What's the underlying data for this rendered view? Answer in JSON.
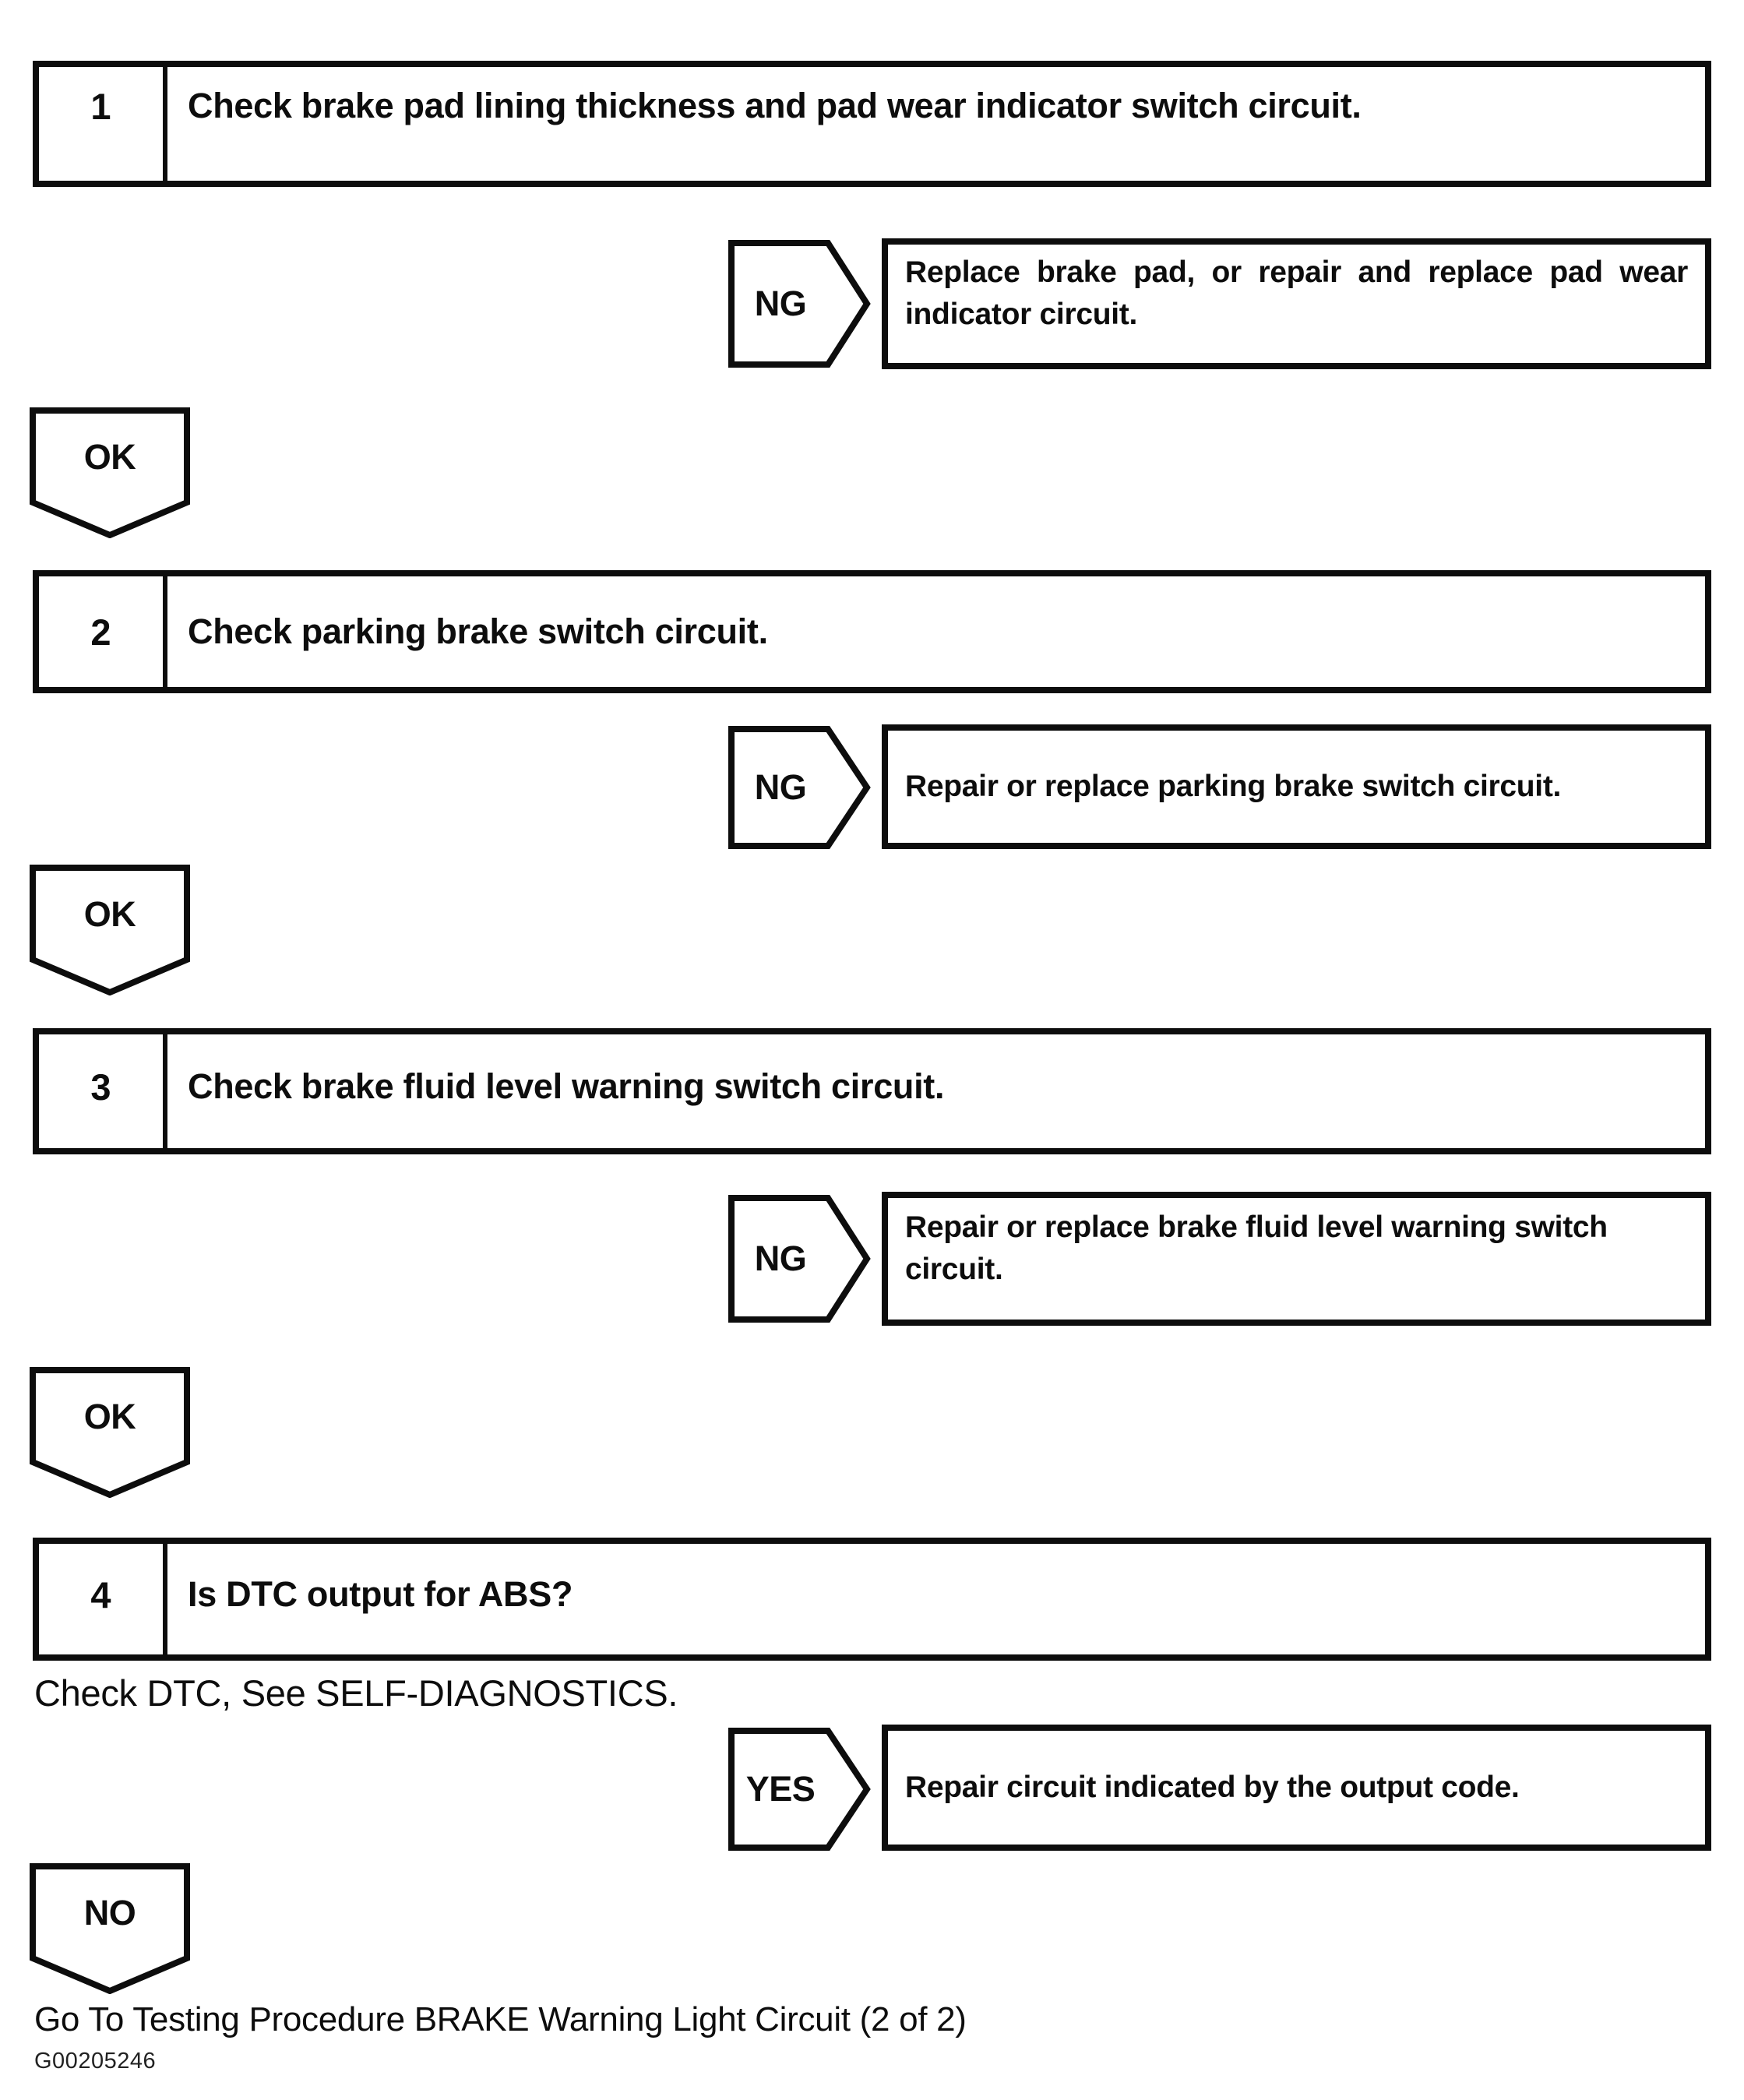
{
  "colors": {
    "ink": "#0d0d0d",
    "paper": "#ffffff"
  },
  "steps": [
    {
      "number": "1",
      "question": "Check brake pad lining thickness and pad wear indicator switch circuit.",
      "branch_label": "NG",
      "branch_action": "Replace brake pad, or repair and replace pad wear indicator circuit.",
      "continue_label": "OK"
    },
    {
      "number": "2",
      "question": "Check parking brake switch circuit.",
      "branch_label": "NG",
      "branch_action": "Repair or replace parking brake switch circuit.",
      "continue_label": "OK"
    },
    {
      "number": "3",
      "question": "Check brake fluid level warning switch circuit.",
      "branch_label": "NG",
      "branch_action": "Repair or replace brake fluid level warning switch circuit.",
      "continue_label": "OK"
    },
    {
      "number": "4",
      "question": "Is DTC output for ABS?",
      "note": "Check DTC, See SELF-DIAGNOSTICS.",
      "branch_label": "YES",
      "branch_action": "Repair circuit indicated by the output code.",
      "continue_label": "NO"
    }
  ],
  "footer": {
    "goto_text": "Go To Testing Procedure BRAKE Warning Light Circuit (2 of 2)",
    "figure_id": "G00205246"
  }
}
